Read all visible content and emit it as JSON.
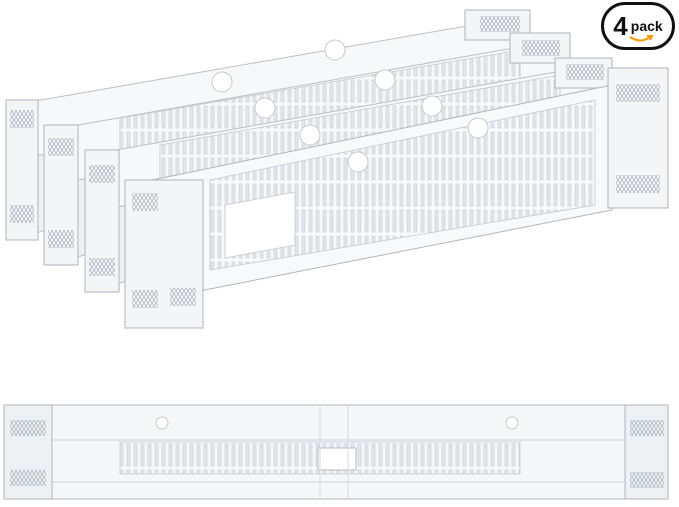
{
  "badge": {
    "count": "4",
    "label": "pack",
    "accent_color": "#ff9900",
    "icon": "smile-arrow-icon"
  },
  "product": {
    "color": "#eef1f4",
    "edge_color": "#b9bfc6",
    "quantity_shown_stacked": 4,
    "quantity_shown_flat": 1
  }
}
